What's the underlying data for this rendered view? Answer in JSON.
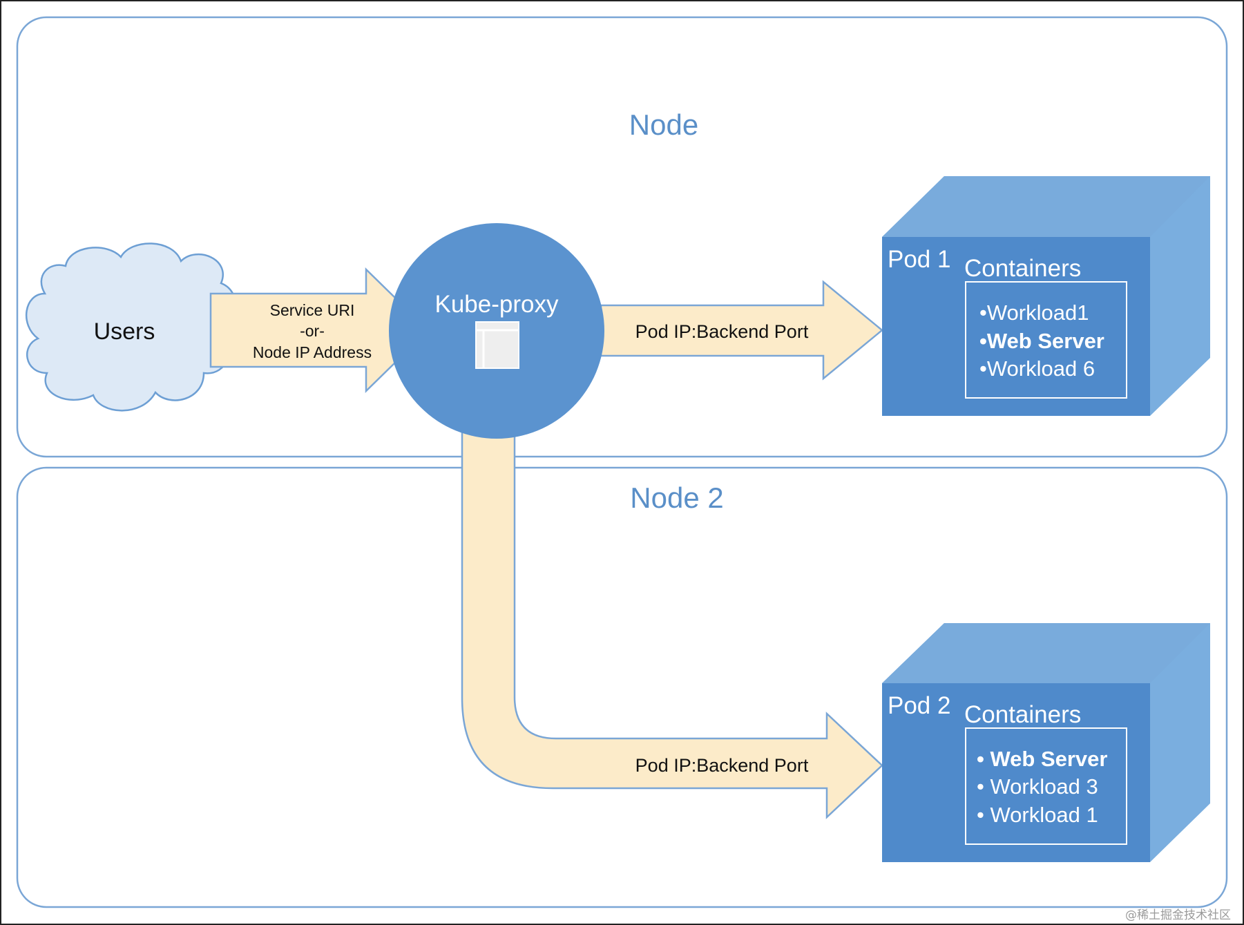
{
  "nodes": [
    {
      "title": "Node"
    },
    {
      "title": "Node 2"
    }
  ],
  "users": {
    "label": "Users"
  },
  "ingress_arrow": {
    "lines": [
      "Service URI",
      "-or-",
      "Node IP Address"
    ]
  },
  "kube_proxy": {
    "label": "Kube-proxy"
  },
  "routes": [
    {
      "label": "Pod IP:Backend Port"
    },
    {
      "label": "Pod IP:Backend Port"
    }
  ],
  "pods": [
    {
      "name": "Pod 1",
      "containers_label": "Containers",
      "items": [
        {
          "text": "•Workload1",
          "bold": false
        },
        {
          "text": "•Web Server",
          "bold": true
        },
        {
          "text": "•Workload 6",
          "bold": false
        }
      ]
    },
    {
      "name": "Pod 2",
      "containers_label": "Containers",
      "items": [
        {
          "text": "• Web Server",
          "bold": true
        },
        {
          "text": "• Workload 3",
          "bold": false
        },
        {
          "text": "• Workload 1",
          "bold": false
        }
      ]
    }
  ],
  "watermark": "@稀土掘金技术社区",
  "colors": {
    "node_border": "#7aa6d6",
    "node_title": "#5a8fc8",
    "cloud_fill": "#dde9f6",
    "cloud_stroke": "#6d9fd4",
    "arrow_fill": "#fcebc9",
    "arrow_stroke": "#7aa6d6",
    "proxy_fill": "#5b93cf",
    "pod_front": "#4f8acb",
    "pod_side": "#7aaedf"
  }
}
